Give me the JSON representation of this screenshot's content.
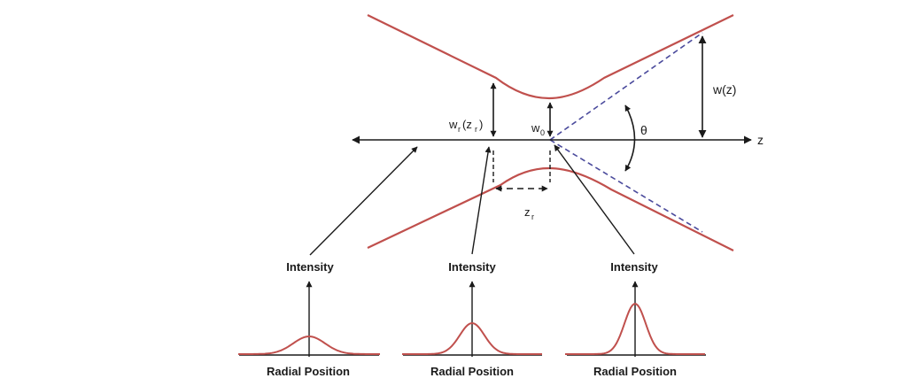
{
  "labels": {
    "w_z": "w(z)",
    "theta": "θ",
    "z_axis": "z",
    "w0_main": "w",
    "w0_sub": "0",
    "wr_main": "w",
    "wr_sub1": "r",
    "wr_mid": "(z",
    "wr_sub2": "r",
    "wr_end": ")",
    "zr_main": "z",
    "zr_sub": "r"
  },
  "profiles": [
    {
      "intensity_label": "Intensity",
      "position_label": "Radial Position",
      "relative_peak": 0.3
    },
    {
      "intensity_label": "Intensity",
      "position_label": "Radial Position",
      "relative_peak": 0.55
    },
    {
      "intensity_label": "Intensity",
      "position_label": "Radial Position",
      "relative_peak": 1.0
    }
  ],
  "colors": {
    "beam": "#c0504d",
    "asymptote": "#4a4a9c",
    "ink": "#1a1a1a"
  }
}
